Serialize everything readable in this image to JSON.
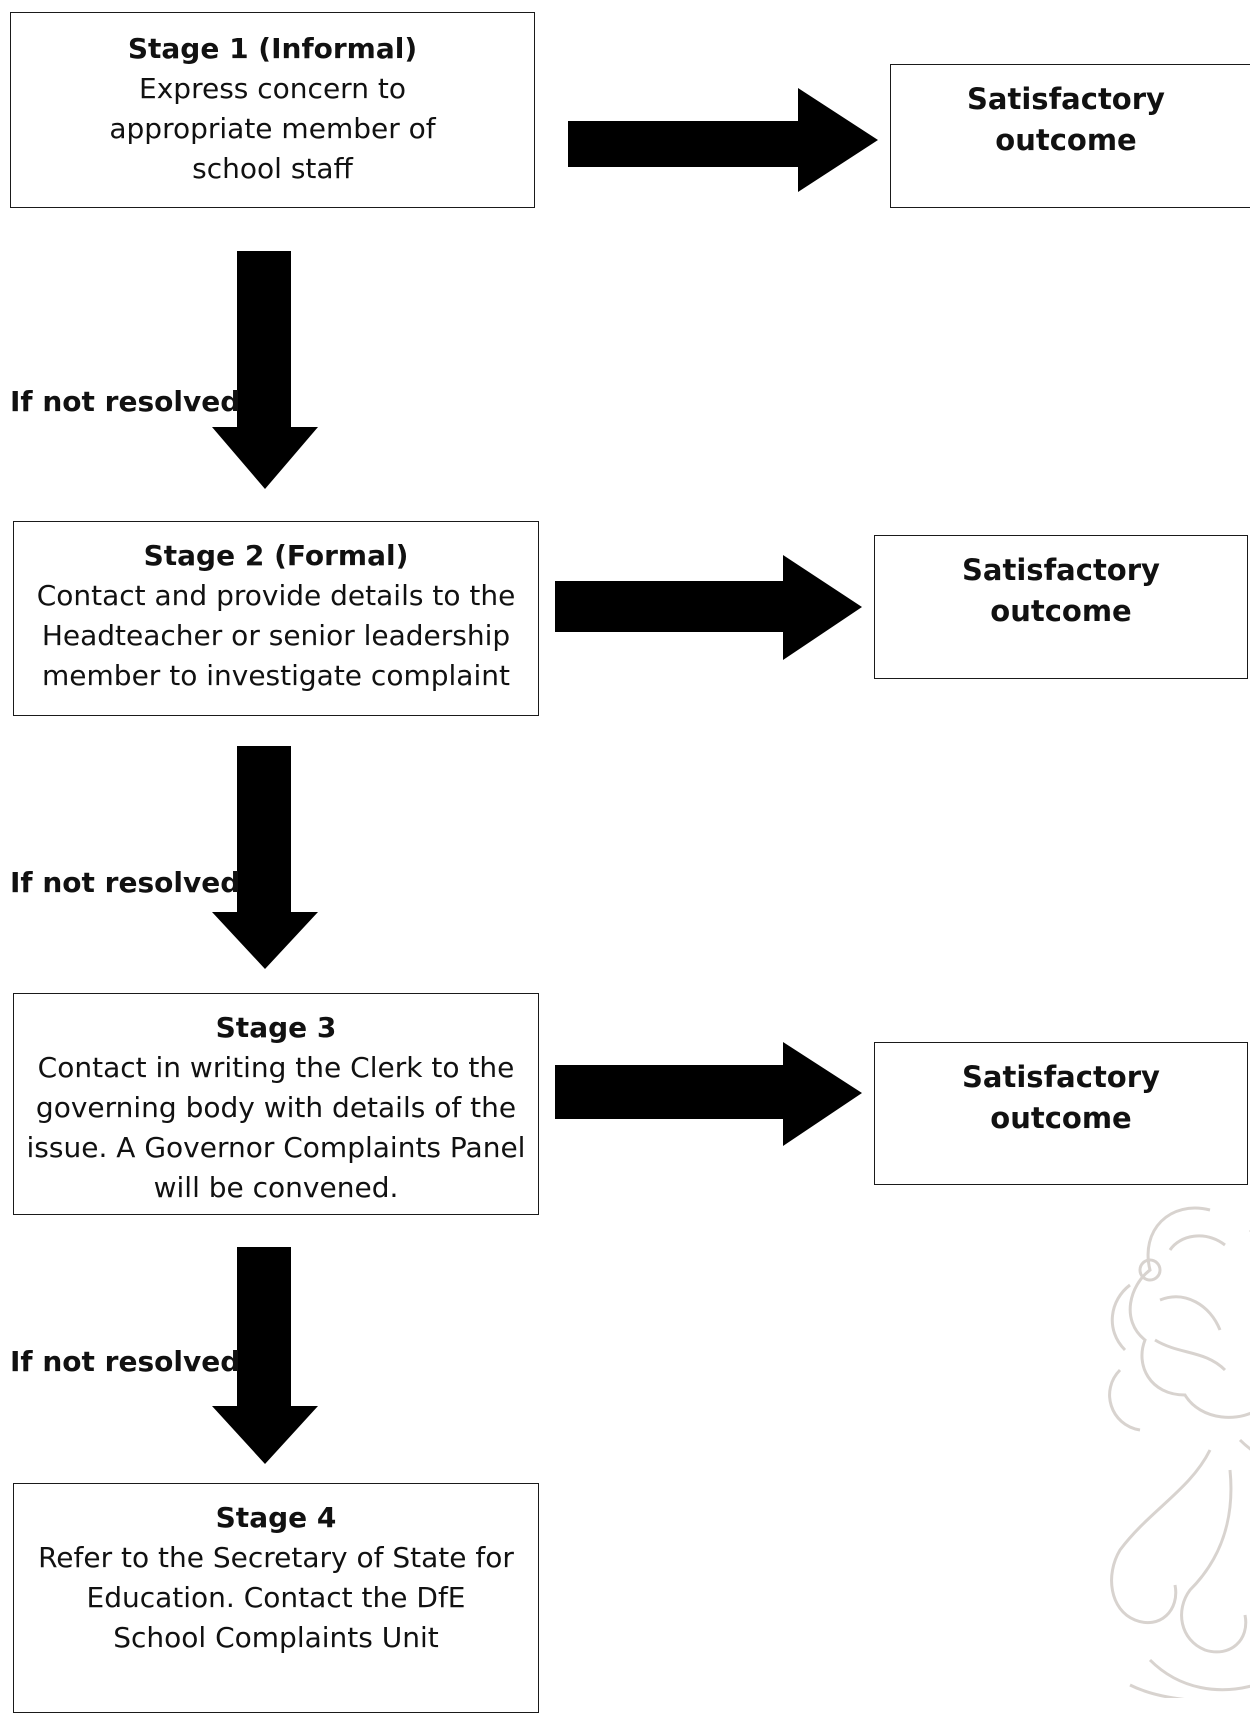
{
  "stages": [
    {
      "title": "Stage 1 (Informal)",
      "body": "Express concern to appropriate member of school staff"
    },
    {
      "title": "Stage 2 (Formal)",
      "body": "Contact and provide details to the Headteacher or senior leadership member to investigate complaint"
    },
    {
      "title": "Stage 3",
      "body": "Contact in writing the Clerk to the governing body with details of the issue. A Governor Complaints Panel will be convened."
    },
    {
      "title": "Stage 4",
      "body": "Refer to the Secretary of State for Education. Contact the DfE School Complaints Unit"
    }
  ],
  "outcomes": [
    "Satisfactory outcome",
    "Satisfactory outcome",
    "Satisfactory outcome"
  ],
  "escalation_labels": [
    "If not resolved",
    "If not resolved",
    "If not resolved"
  ],
  "colors": {
    "arrow": "#000000",
    "border": "#1a1a1a",
    "watermark": "#d8d3cf"
  },
  "watermark": {
    "icon": "heraldic-crest-watermark"
  }
}
